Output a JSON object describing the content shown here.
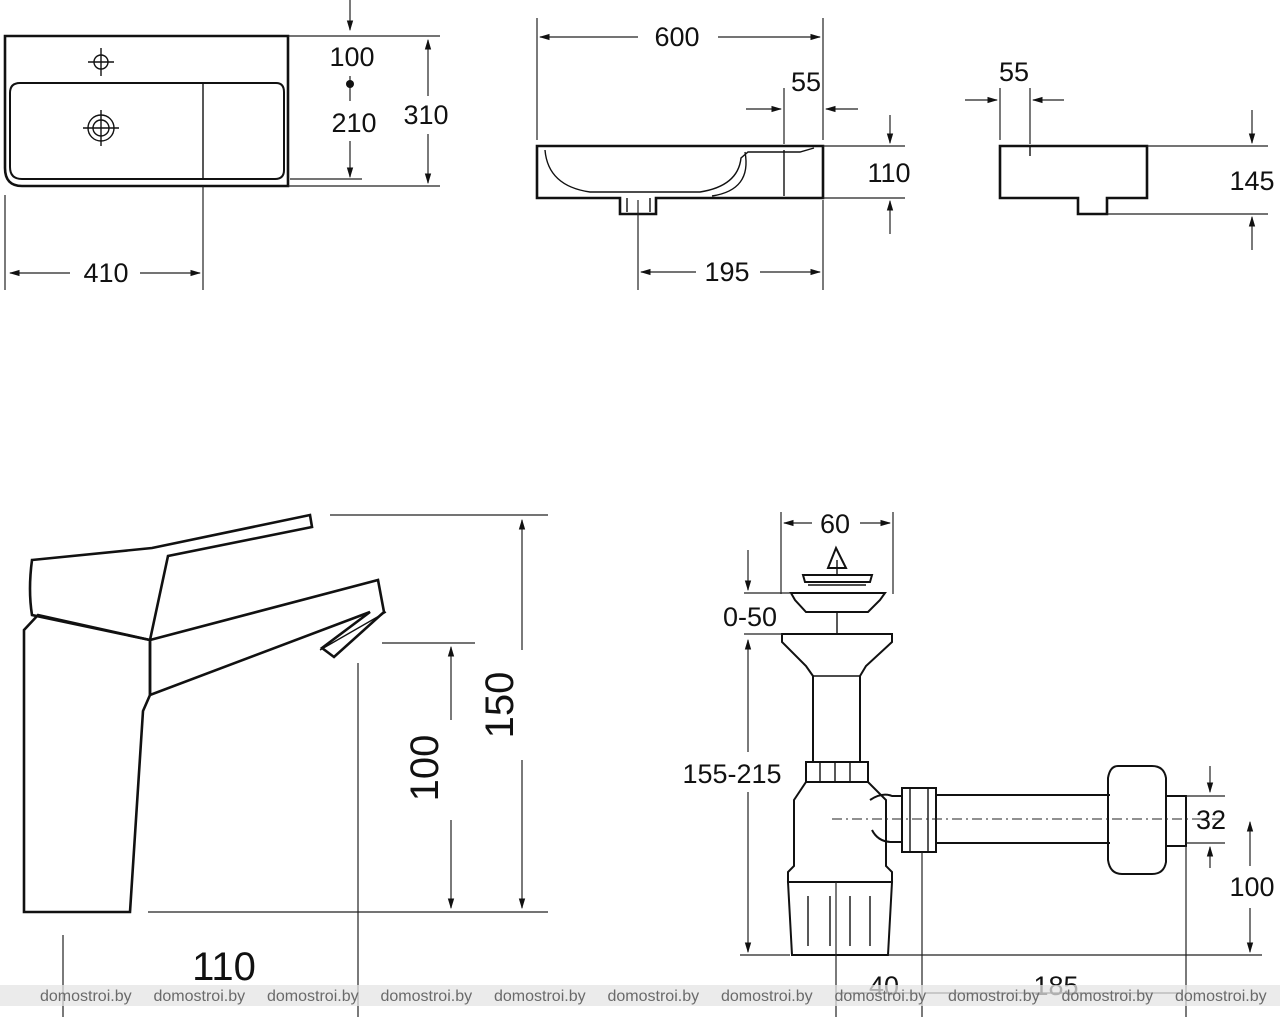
{
  "basin_top_view": {
    "dims": {
      "width_basin": "410",
      "tap_offset": "100",
      "bowl_depth": "210",
      "total_depth": "310"
    }
  },
  "basin_front_view": {
    "dims": {
      "total_width": "600",
      "edge_offset": "55",
      "height": "110",
      "drain_offset": "195"
    }
  },
  "basin_side_view": {
    "dims": {
      "edge_offset": "55",
      "height": "145"
    }
  },
  "faucet": {
    "dims": {
      "total_height": "150",
      "spout_height": "100",
      "reach": "110"
    }
  },
  "siphon": {
    "dims": {
      "plug_width": "60",
      "adjust": "0-50",
      "height_range": "155-215",
      "pipe_diameter": "32",
      "outlet_height": "100",
      "offset_a": "40",
      "offset_b": "185"
    }
  },
  "watermark": {
    "items": [
      "domostroi.by",
      "domostroi.by",
      "domostroi.by",
      "domostroi.by",
      "domostroi.by",
      "domostroi.by",
      "domostroi.by",
      "domostroi.by",
      "domostroi.by",
      "domostroi.by",
      "domostroi.by"
    ]
  }
}
